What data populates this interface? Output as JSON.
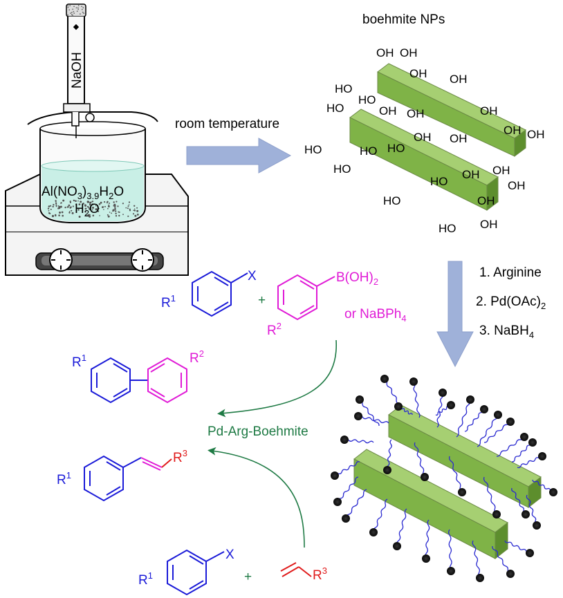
{
  "colors": {
    "arrow_blue": "#9fb1d9",
    "green_arrow": "#1e7a44",
    "rod_fill": "#7fb347",
    "rod_top": "#a6cf72",
    "rod_side": "#5d8e2d",
    "solution": "#c9efe6",
    "reactant_blue": "#1a1ad8",
    "boronic_magenta": "#e01ad6",
    "alkene_red": "#e01a1a"
  },
  "apparatus": {
    "burette_label": "NaOH",
    "solution_line1": "Al(NO",
    "solution_line1_sub": "3",
    "solution_line1_tail": ")",
    "solution_line1_sub2": "3.9",
    "solution_line1_end": "H",
    "solution_line1_sub3": "2",
    "solution_line1_last": "O",
    "solution_line2": "H",
    "solution_line2_sub": "2",
    "solution_line2_end": "O"
  },
  "step1": {
    "label": "room temperature"
  },
  "boehmite": {
    "title": "boehmite NPs",
    "hydroxyl": "HO",
    "hydroxyl_alt": "OH"
  },
  "functionalization": {
    "step_1": "1. Arginine",
    "step_2_main": "2. Pd(OAc)",
    "step_2_sub": "2",
    "step_3_main": "3. NaBH",
    "step_3_sub": "4"
  },
  "catalyst": {
    "label": "Pd-Arg-Boehmite"
  },
  "suzuki": {
    "aryl_halide_r": "R",
    "aryl_halide_r_sup": "1",
    "aryl_halide_x": "X",
    "plus": "+",
    "boronic_main": "B(OH)",
    "boronic_sub": "2",
    "boronic_r": "R",
    "boronic_r_sup": "2",
    "alt_reagent_main": "or NaBPh",
    "alt_reagent_sub": "4",
    "product_r1": "R",
    "product_r1_sup": "1",
    "product_r2": "R",
    "product_r2_sup": "2"
  },
  "heck": {
    "product_r1": "R",
    "product_r1_sup": "1",
    "product_r3": "R",
    "product_r3_sup": "3",
    "aryl_halide_r": "R",
    "aryl_halide_r_sup": "1",
    "aryl_halide_x": "X",
    "plus": "+",
    "alkene_r": "R",
    "alkene_r_sup": "3"
  }
}
